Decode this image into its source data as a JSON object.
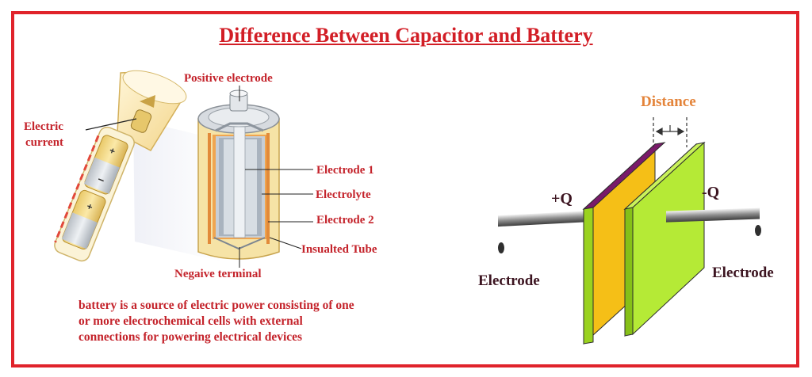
{
  "title": "Difference Between Capacitor and Battery",
  "battery": {
    "labels": {
      "positive_electrode": "Positive electrode",
      "electric_current_line1": "Electric",
      "electric_current_line2": "current",
      "electrode1": "Electrode 1",
      "electrolyte": "Electrolyte",
      "electrode2": "Electrode 2",
      "insulated_tube": "Insualted Tube",
      "negative_terminal": "Negaive terminal"
    },
    "description_lines": [
      "battery is a source of electric power consisting of one",
      "or more electrochemical cells with external",
      "connections for powering electrical devices"
    ]
  },
  "capacitor": {
    "distance_label": "Distance",
    "positive_charge": "+Q",
    "negative_charge": "-Q",
    "left_electrode": "Electrode",
    "right_electrode": "Electrode"
  },
  "colors": {
    "frame": "#e0232b",
    "title": "#d21e26",
    "labels": "#c4232b",
    "distance": "#e4843a",
    "plate_green": "#a8e02a",
    "plate_orange": "#f7c21b"
  }
}
